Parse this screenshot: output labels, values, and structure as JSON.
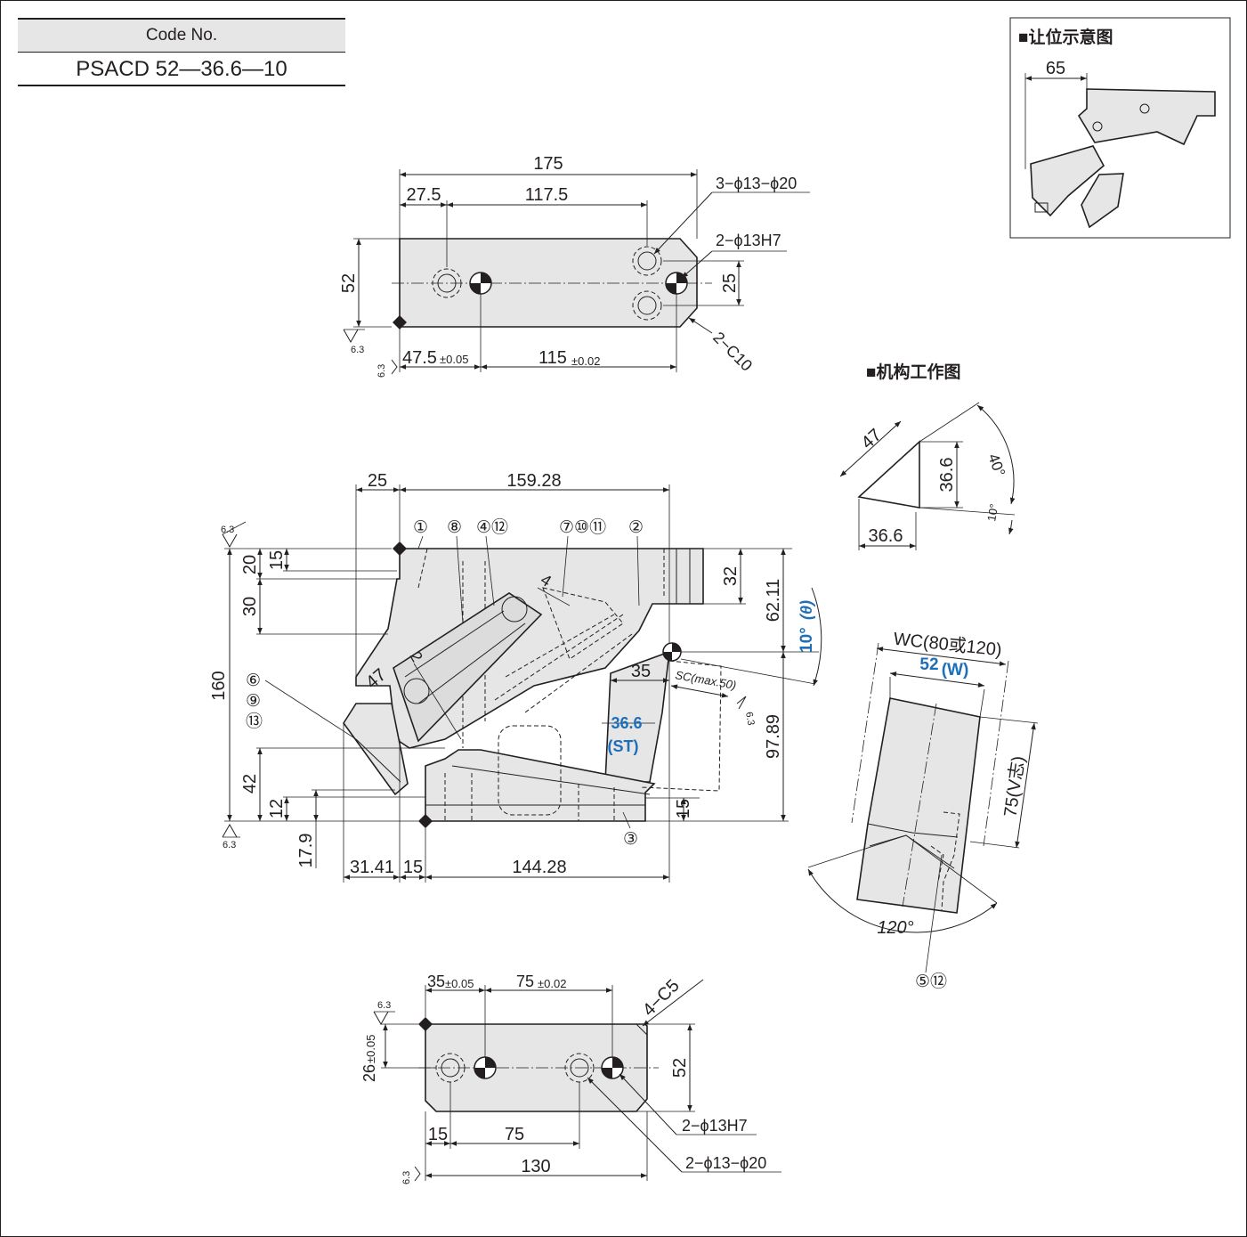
{
  "code_box": {
    "label": "Code No.",
    "value": "PSACD 52—36.6—10"
  },
  "relief_diagram": {
    "title": "■让位示意图",
    "dim": "65"
  },
  "mechanism_diagram": {
    "title": "■机构工作图",
    "dims": {
      "hyp": "47",
      "rise": "36.6",
      "base": "36.6",
      "angle_big": "40°",
      "angle_small": "10°"
    }
  },
  "top_view": {
    "dims": {
      "total": "175",
      "left": "27.5",
      "mid": "117.5",
      "height": "52",
      "bottom_left": "47.5",
      "bottom_left_tol": "±0.05",
      "bottom_mid": "115",
      "bottom_mid_tol": "±0.02",
      "hole_pitch": "25",
      "roughness": "6.3"
    },
    "callouts": {
      "holes_stepped": "3−ϕ13−ϕ20",
      "holes_pin": "2−ϕ13H7",
      "chamfer": "2−C10"
    }
  },
  "front_view": {
    "dims": {
      "top_left": "25",
      "top_width": "159.28",
      "v15": "15",
      "v20": "20",
      "v30": "30",
      "v160": "160",
      "v42": "42",
      "v12": "12",
      "v17_9": "17.9",
      "b31_41": "31.41",
      "b15": "15",
      "b144_28": "144.28",
      "r32": "32",
      "r62_11": "62.11",
      "angle": "10°",
      "angle_sym": "(θ)",
      "r97_89": "97.89",
      "d35": "35",
      "sc": "SC(max.50)",
      "st": "36.6",
      "st_sym": "(ST)",
      "d47": "47",
      "d4": "4",
      "d2": "2",
      "r15": "15",
      "roughness": "6.3"
    },
    "balloons": [
      "①",
      "⑧",
      "④⑫",
      "⑦⑩⑪",
      "②",
      "⑥",
      "⑨",
      "⑬",
      "③"
    ]
  },
  "side_view": {
    "dims": {
      "wc": "WC(80或120)",
      "w": "52",
      "w_sym": "(W)",
      "v": "75(V志)",
      "angle": "120°"
    },
    "balloon": "⑤⑫"
  },
  "bottom_view": {
    "dims": {
      "left": "35",
      "left_tol": "±0.05",
      "mid": "75",
      "mid_tol": "±0.02",
      "height": "52",
      "v26": "26",
      "v26_tol": "±0.05",
      "b15": "15",
      "b75": "75",
      "b130": "130",
      "roughness": "6.3"
    },
    "callouts": {
      "chamfer": "4−C5",
      "holes_pin": "2−ϕ13H7",
      "holes_stepped": "2−ϕ13−ϕ20"
    }
  }
}
